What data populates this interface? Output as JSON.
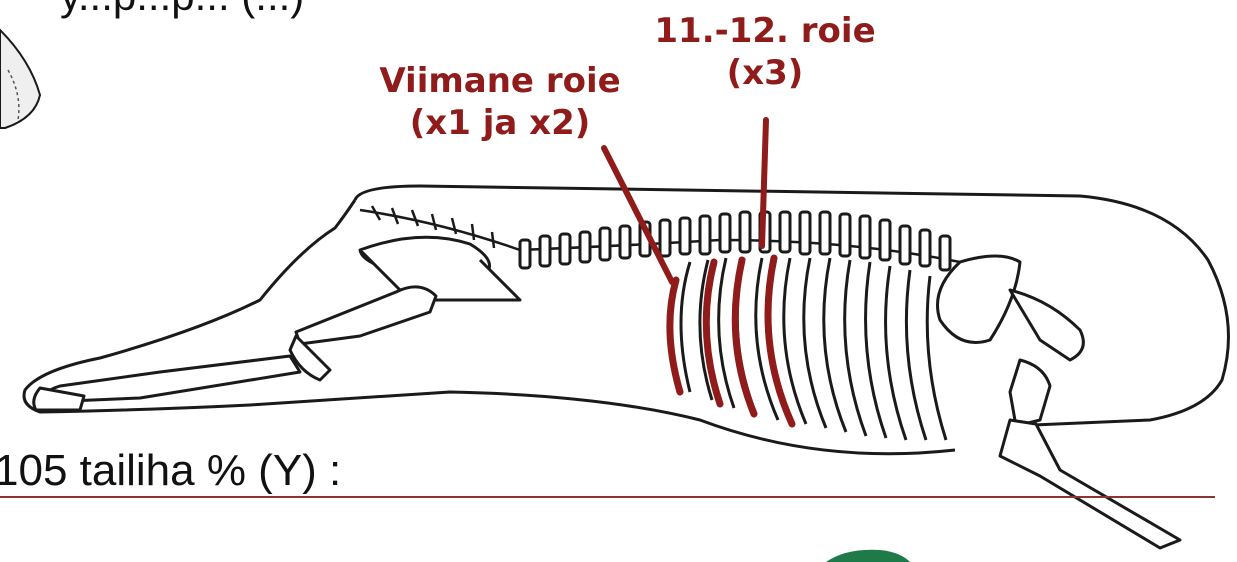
{
  "header": {
    "partial_text": "y...p...p... (...)"
  },
  "labels": {
    "last_rib_line1": "Viimane roie",
    "last_rib_line2": "(x1 ja x2)",
    "rib_11_12_line1": "11.-12. roie",
    "rib_11_12_line2": "(x3)"
  },
  "footer": {
    "text": "105 tailiha % (Y) :"
  },
  "colors": {
    "accent": "#8f1b1b",
    "outline": "#1a1a1a",
    "divider": "#8a3434",
    "logo_green": "#1f7a4a"
  },
  "icons": {
    "logo": "green-leaf-logo-icon"
  }
}
